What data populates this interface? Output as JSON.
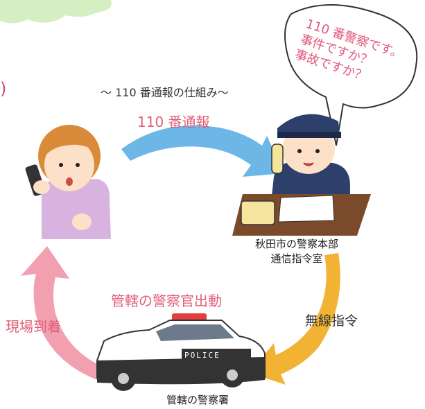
{
  "title": "〜 110 番通報の仕組み〜",
  "left_paren": ")",
  "arrow_top_label": "110 番通報",
  "speech_bubble_lines": [
    "110 番警察です。",
    "事件ですか？",
    "事故ですか？"
  ],
  "dispatch_center_lines": [
    "秋田市の警察本部",
    "通信指令室"
  ],
  "arrow_right_label": "無線指令",
  "dispatch_label": "管轄の警察官出動",
  "arrow_left_label": "現場到着",
  "station_label": "管轄の警察署",
  "car_text": "POLICE",
  "colors": {
    "arrow_blue": "#6db7e6",
    "arrow_orange": "#f2b233",
    "arrow_pink": "#f2a0b0",
    "label_pink": "#e0607a",
    "green_blob": "#d6efc2"
  }
}
